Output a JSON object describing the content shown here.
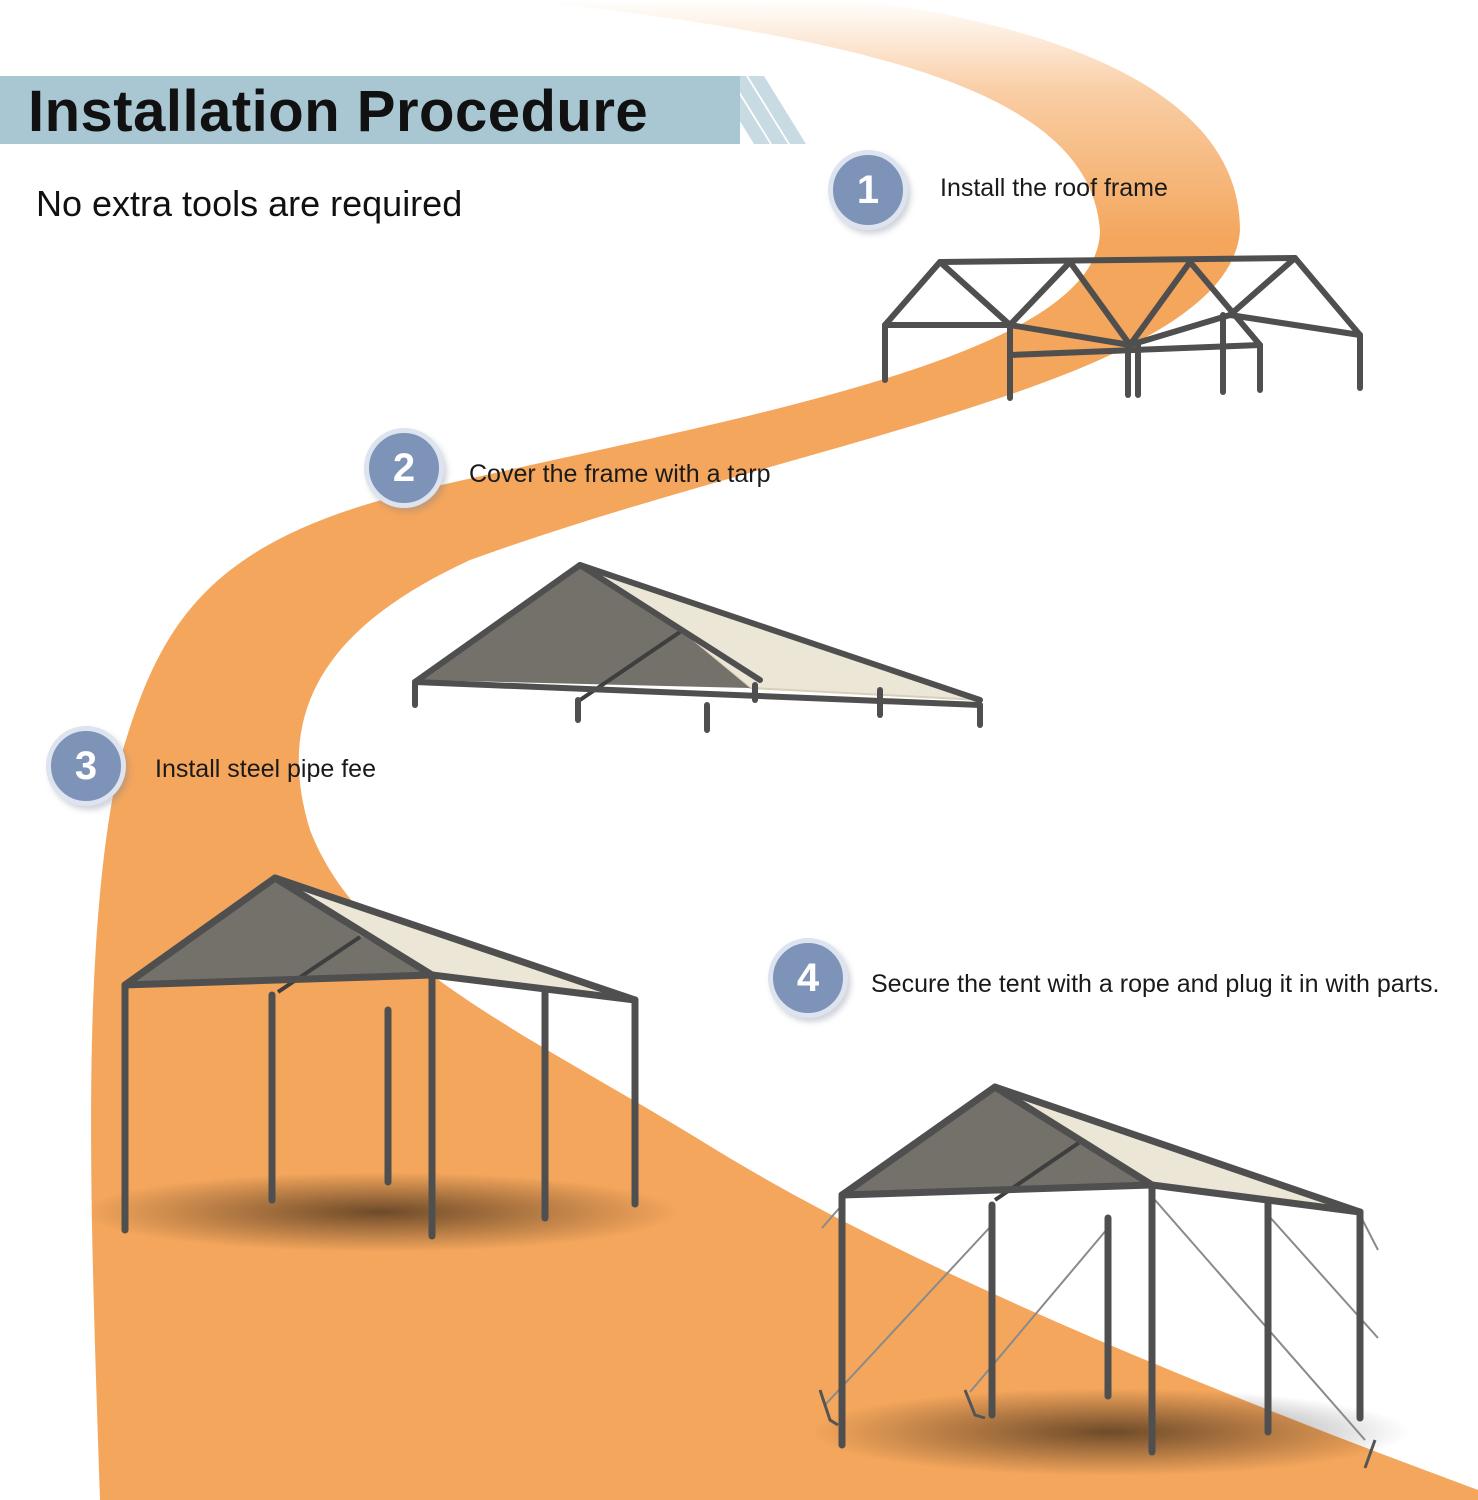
{
  "header": {
    "title": "Installation Procedure",
    "subtitle": "No extra tools are required"
  },
  "steps": [
    {
      "number": "1",
      "label": "Install the roof frame"
    },
    {
      "number": "2",
      "label": "Cover the frame with a tarp"
    },
    {
      "number": "3",
      "label": "Install steel pipe fee"
    },
    {
      "number": "4",
      "label": "Secure the tent with a rope and plug it in with parts."
    }
  ],
  "colors": {
    "path": "#f4a65c",
    "banner": "#a9c7d3",
    "badge": "#7d93b8",
    "frame": "#4f4f4f",
    "tarp_dark": "#74706a",
    "tarp_light": "#ece6d6"
  }
}
